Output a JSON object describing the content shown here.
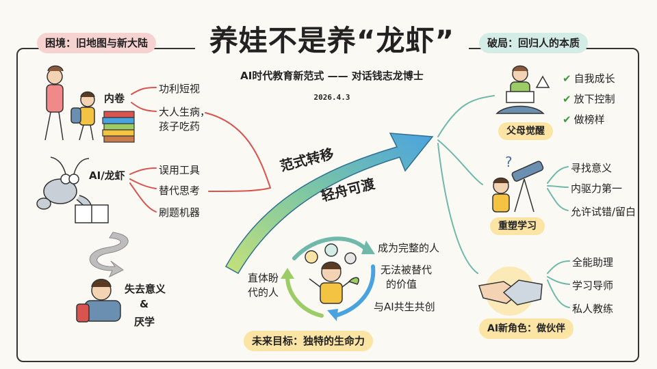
{
  "header": {
    "title": "养娃不是养“龙虾”",
    "subtitle": "AI时代教育新范式 —— 对话钱志龙博士",
    "date": "2026.4.3"
  },
  "left": {
    "heading": "困境：旧地图与新大陆",
    "neijuan": {
      "label": "内卷",
      "items": [
        "功利短视",
        "大人生病，",
        "孩子吃药"
      ]
    },
    "ai_lobster": {
      "label": "AI/龙虾",
      "items": [
        "误用工具",
        "替代思考",
        "刷题机器"
      ]
    },
    "result": [
      "失去意义",
      "&",
      "厌学"
    ]
  },
  "center": {
    "arrow_upper": "范式转移",
    "arrow_lower": "轻舟可渡",
    "cycle_left": [
      "直体盼",
      "代的人"
    ],
    "cycle_right": [
      "成为完整的人",
      "无法被替代",
      "的价值",
      "与AI共生共创"
    ],
    "goal": "未来目标：独特的生命力"
  },
  "right": {
    "heading": "破局：回归人的本质",
    "parents": {
      "label": "父母觉醒",
      "items": [
        "自我成长",
        "放下控制",
        "做榜样"
      ],
      "check_icon": "✔"
    },
    "learning": {
      "label": "重塑学习",
      "items": [
        "寻找意义",
        "内驱力第一",
        "允许试错/留白"
      ]
    },
    "ai_role": {
      "label": "AI新角色：做伙伴",
      "items": [
        "全能助理",
        "学习导师",
        "私人教练"
      ]
    }
  },
  "colors": {
    "left_badge": "#f6d2d0",
    "right_badge": "#d4ece6",
    "yellow_badge": "#fbe4a4",
    "red_branch": "#d9534f",
    "teal_branch": "#6fb8aa",
    "arrow_green": "#9ccc65",
    "arrow_blue": "#4aa3df"
  }
}
